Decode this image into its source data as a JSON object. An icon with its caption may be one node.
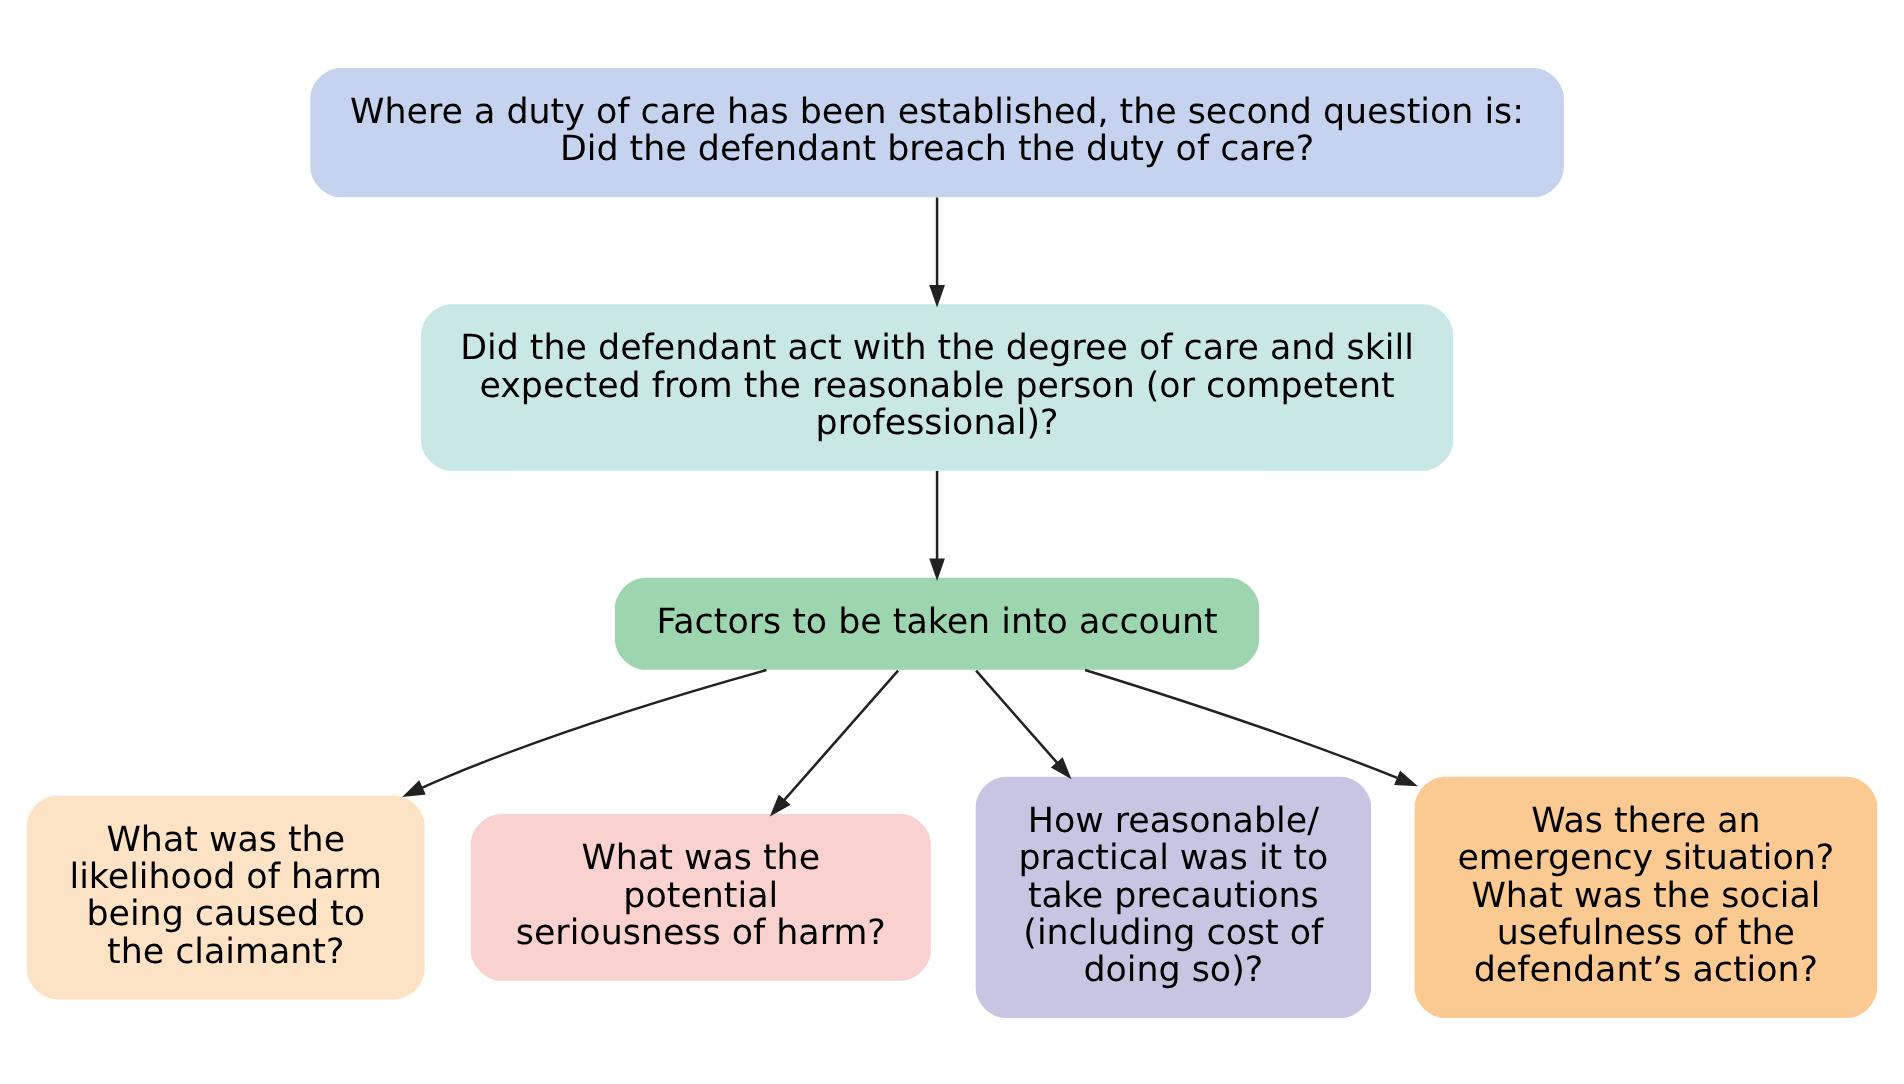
{
  "diagram": {
    "nodes": [
      {
        "text": [
          "Where a duty of care has been established, the second question is: Did the defendant breach the duty of care?"
        ]
      },
      {
        "text": [
          "Did the defendant act with the degree of care and skill expected from the reasonable person (or competent professional)?"
        ]
      },
      {
        "text": [
          "Factors to be taken into account"
        ]
      },
      {
        "text": [
          "What was the likelihood of harm being caused to the claimant?"
        ]
      },
      {
        "text": [
          "What was the potential seriousness of harm?"
        ]
      },
      {
        "text": [
          "How reasonable/ practical was it to take precautions (including cost of doing so)?"
        ]
      },
      {
        "text": [
          "Was there an emergency situation? What was the social usefulness of the defendant’s action?"
        ]
      }
    ],
    "edges": [
      {
        "from": 0,
        "to": 1,
        "arrow": "to"
      },
      {
        "from": 1,
        "to": 2,
        "arrow": "to"
      },
      {
        "from": 2,
        "to": 3,
        "arrow": "to"
      },
      {
        "from": 2,
        "to": 4,
        "arrow": "to"
      },
      {
        "from": 2,
        "to": 5,
        "arrow": "to"
      },
      {
        "from": 2,
        "to": 6,
        "arrow": "to"
      }
    ]
  }
}
